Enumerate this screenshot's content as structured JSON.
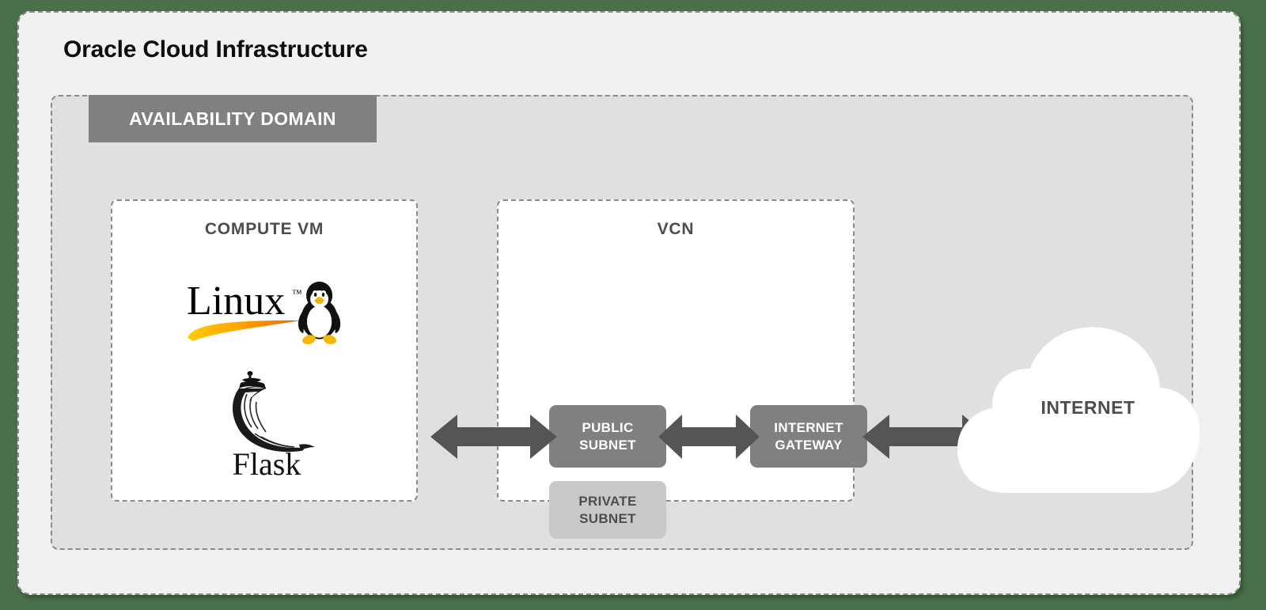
{
  "diagram": {
    "title": "Oracle Cloud Infrastructure",
    "availability_domain_label": "AVAILABILITY DOMAIN",
    "zones": {
      "compute_vm": {
        "title": "COMPUTE VM",
        "logos": [
          {
            "name": "linux-logo",
            "wordmark": "Linux",
            "trademark": "™"
          },
          {
            "name": "flask-logo",
            "wordmark": "Flask"
          }
        ]
      },
      "vcn": {
        "title": "VCN",
        "nodes": [
          {
            "name": "public-subnet",
            "label": "PUBLIC\nSUBNET",
            "line1": "PUBLIC",
            "line2": "SUBNET",
            "style": "dark"
          },
          {
            "name": "private-subnet",
            "label": "PRIVATE\nSUBNET",
            "line1": "PRIVATE",
            "line2": "SUBNET",
            "style": "light"
          },
          {
            "name": "internet-gateway",
            "label": "INTERNET\nGATEWAY",
            "line1": "INTERNET",
            "line2": "GATEWAY",
            "style": "dark"
          }
        ]
      }
    },
    "internet": {
      "label": "INTERNET"
    },
    "connections": [
      {
        "name": "arrow-vm-subnet",
        "from": "COMPUTE VM",
        "to": "PUBLIC SUBNET",
        "direction": "bidirectional"
      },
      {
        "name": "arrow-subnet-gw",
        "from": "PUBLIC SUBNET",
        "to": "INTERNET GATEWAY",
        "direction": "bidirectional"
      },
      {
        "name": "arrow-gw-net",
        "from": "INTERNET GATEWAY",
        "to": "INTERNET",
        "direction": "bidirectional"
      }
    ],
    "colors": {
      "page_background": "#4a7049",
      "frame_background": "#f1f1f1",
      "availability_domain_background": "#e0e0e0",
      "zone_background": "#ffffff",
      "node_dark": "#808080",
      "node_light": "#c9c9c9",
      "arrow": "#555555",
      "dashed_border": "#8a8a8a",
      "heading_text": "#0d0d0d",
      "muted_text": "#4d4d4d",
      "linux_orange": "#f28500",
      "linux_yellow": "#ffcc00",
      "tux_black": "#1a1a1a"
    }
  }
}
